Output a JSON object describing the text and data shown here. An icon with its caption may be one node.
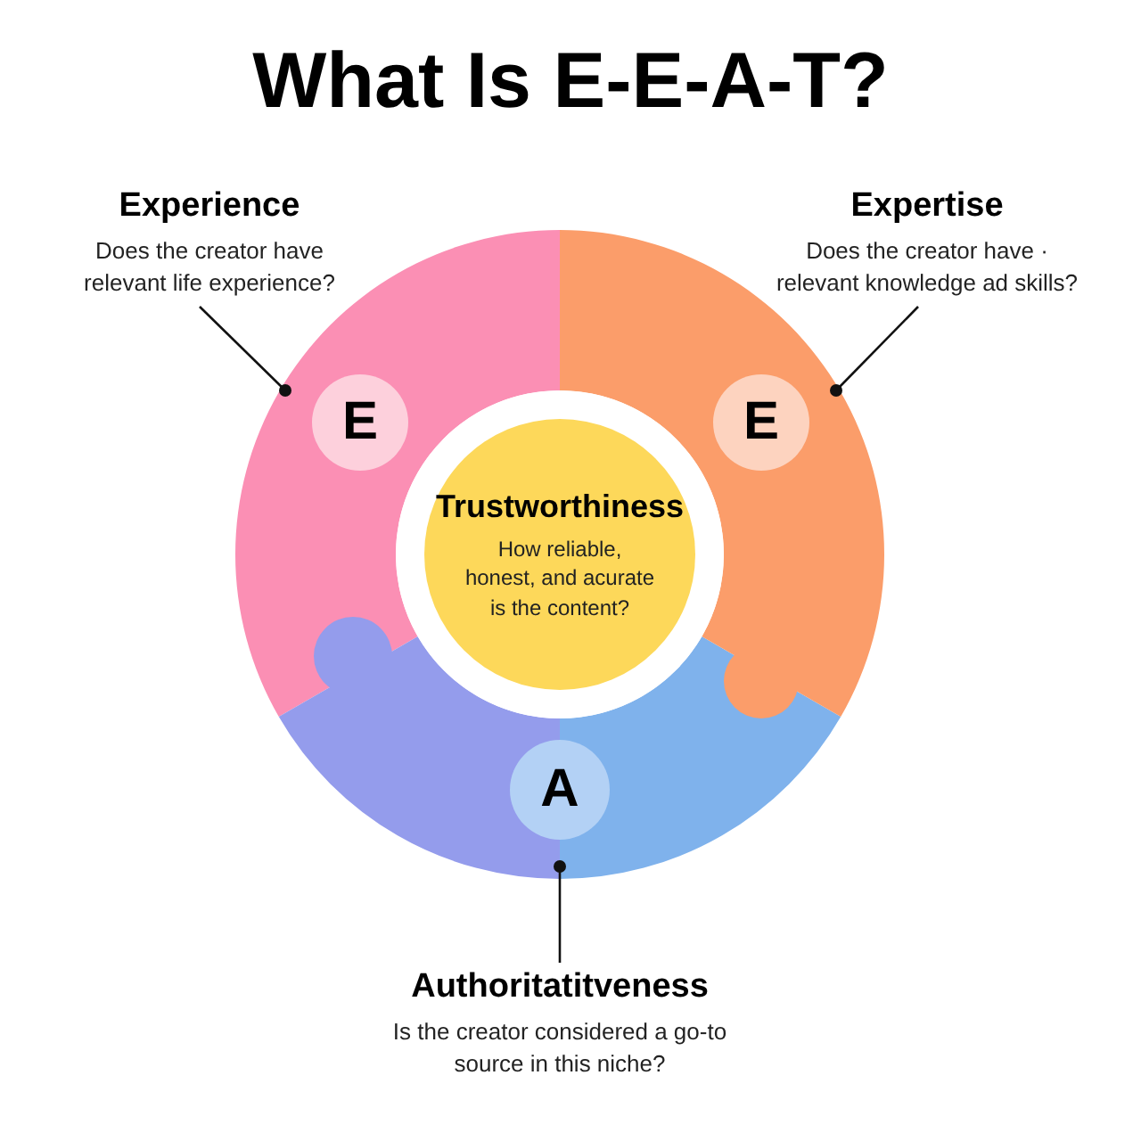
{
  "diagram": {
    "title": "What Is E-E-A-T?",
    "nodes": [
      {
        "text": [
          "Experience",
          "Does the creator have relevant life experience?"
        ]
      },
      {
        "text": [
          "Expertise",
          "Does the creator have · relevant knowledge ad skills?"
        ]
      },
      {
        "text": [],
        "shape": "arc"
      },
      {
        "text": [
          "E"
        ],
        "in": 2
      },
      {
        "text": [],
        "shape": "arc"
      },
      {
        "text": [
          "E"
        ],
        "in": 4
      },
      {
        "text": [],
        "shape": "arc"
      },
      {
        "text": [],
        "shape": "arc"
      },
      {
        "text": [
          "A"
        ]
      },
      {
        "text": [
          "Trustworthiness",
          "How reliable, honest, and acurate is the content?"
        ]
      },
      {
        "text": [
          "Authoritatitveness",
          "Is the creator considered a go-to source in this niche?"
        ]
      }
    ],
    "edges": [
      {
        "from": 0,
        "to": 2,
        "arrow": "other"
      },
      {
        "from": 1,
        "to": 4,
        "arrow": "other"
      },
      {
        "from": 10,
        "to": 8,
        "arrow": "other"
      }
    ]
  }
}
